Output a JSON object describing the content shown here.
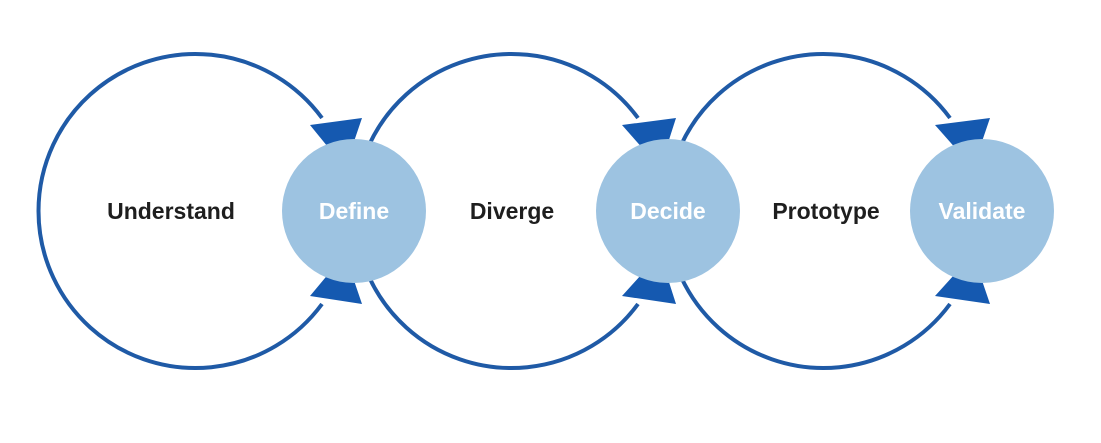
{
  "colors": {
    "ring": "#1f5aa6",
    "arrow": "#1559b0",
    "node_fill": "#9dc3e1",
    "stage_text": "#1e1e1e",
    "node_text": "#ffffff"
  },
  "stages": [
    {
      "label": "Understand"
    },
    {
      "label": "Diverge"
    },
    {
      "label": "Prototype"
    }
  ],
  "nodes": [
    {
      "label": "Define"
    },
    {
      "label": "Decide"
    },
    {
      "label": "Validate"
    }
  ]
}
